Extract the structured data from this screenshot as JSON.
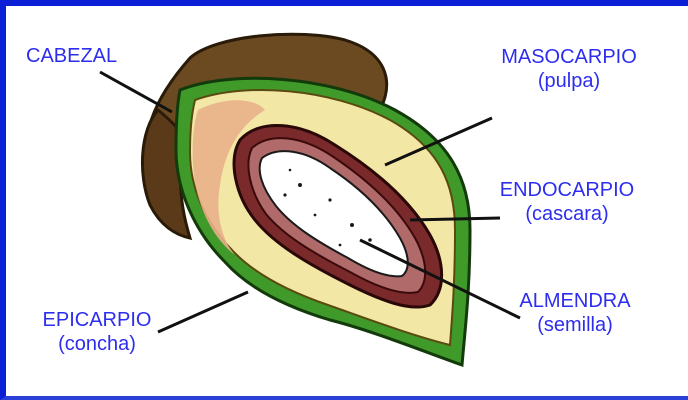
{
  "labels": {
    "cabezal": {
      "name": "CABEZAL"
    },
    "masocarpio": {
      "name": "MASOCARPIO",
      "sub": "(pulpa)"
    },
    "endocarpio": {
      "name": "ENDOCARPIO",
      "sub": "(cascara)"
    },
    "almendra": {
      "name": "ALMENDRA",
      "sub": "(semilla)"
    },
    "epicarpio": {
      "name": "EPICARPIO",
      "sub": "(concha)"
    }
  },
  "colors": {
    "frame": "#0a1fd6",
    "label_text": "#2d2df0",
    "husk": "#6b4a22",
    "green_rind": "#3f9a2a",
    "pulp": "#f3e7a6",
    "pulp_pink": "#e9b08a",
    "shell": "#7a2a2a",
    "seed": "#ffffff"
  }
}
